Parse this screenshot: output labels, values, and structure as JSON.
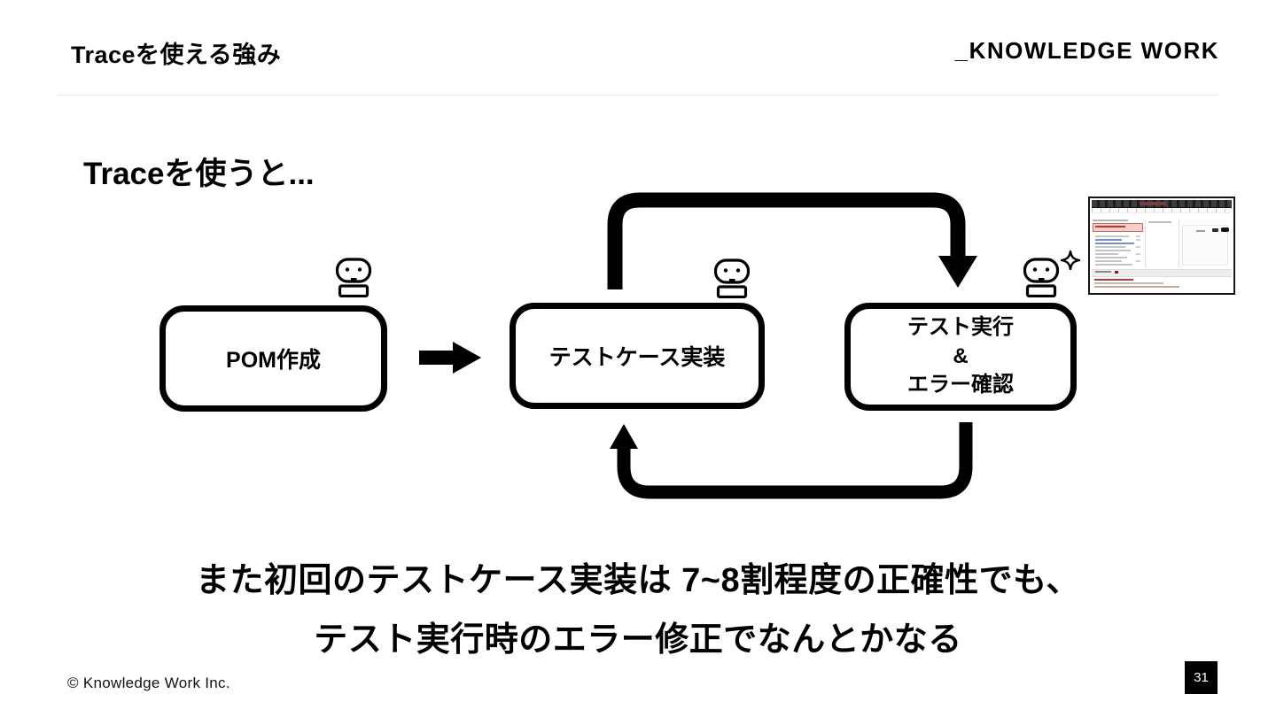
{
  "header": {
    "title": "Traceを使える強み",
    "logo": "_KNOWLEDGE WORK"
  },
  "heading": "Traceを使うと...",
  "diagram": {
    "boxes": [
      {
        "id": "pom",
        "label": "POM作成"
      },
      {
        "id": "testcase",
        "label": "テストケース実装"
      },
      {
        "id": "testrun",
        "label": "テスト実行\n&\nエラー確認"
      }
    ],
    "icons": {
      "robot": "robot-icon",
      "sparkle": "sparkle-icon",
      "forward_arrow": "right-block-arrow",
      "loop_top": "loop-arrow-forward",
      "loop_bottom": "loop-arrow-back"
    },
    "thumbnail": "trace-viewer-screenshot"
  },
  "message": {
    "line1": "また初回のテストケース実装は 7~8割程度の正確性でも、",
    "line2": "テスト実行時のエラー修正でなんとかなる"
  },
  "footer": {
    "copyright": "© Knowledge Work Inc.",
    "page_number": "31"
  },
  "colors": {
    "ink": "#000000",
    "background": "#ffffff",
    "divider": "#e6e6e6",
    "badge_bg": "#000000",
    "badge_text": "#ffffff",
    "thumb_highlight": "#f3cfcb",
    "thumb_accent": "#b03a34"
  }
}
